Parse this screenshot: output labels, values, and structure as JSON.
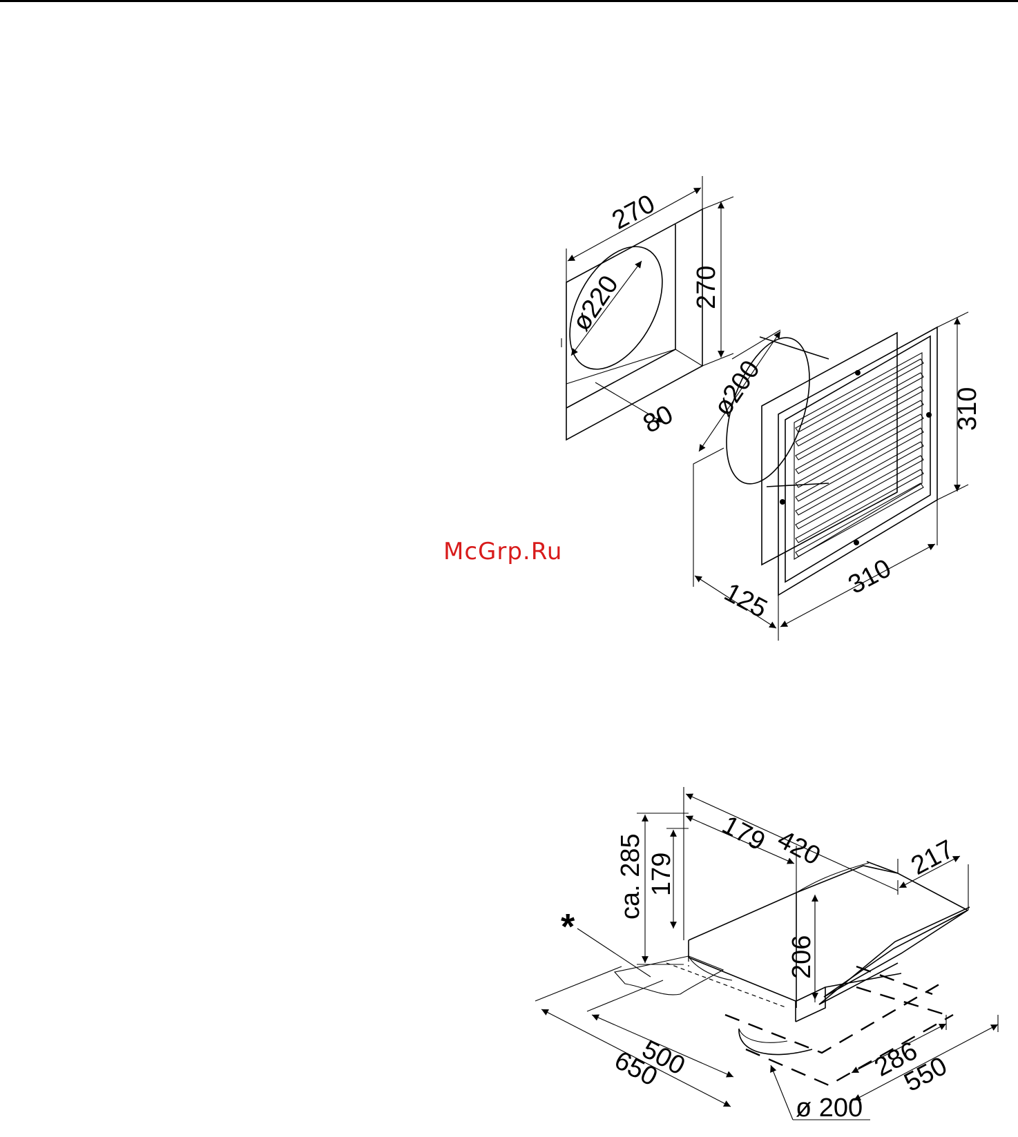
{
  "watermark": "McGrp.Ru",
  "diagram_top": {
    "labels": {
      "width_plate": "270",
      "height_plate": "270",
      "dia_plate": "ø220",
      "depth_plate": "80",
      "dia_pipe": "ø200",
      "height_grille": "310",
      "width_grille": "310",
      "depth_total": "125"
    }
  },
  "diagram_bottom": {
    "labels": {
      "height_total": "ca. 285",
      "height_inner": "179",
      "length_inner": "179",
      "length_total": "420",
      "width_top": "217",
      "height_front": "206",
      "asterisk": "*",
      "base_length": "500",
      "base_length_outer": "650",
      "base_width": "286",
      "base_width_outer": "550",
      "dia_pipe": "ø 200"
    }
  }
}
